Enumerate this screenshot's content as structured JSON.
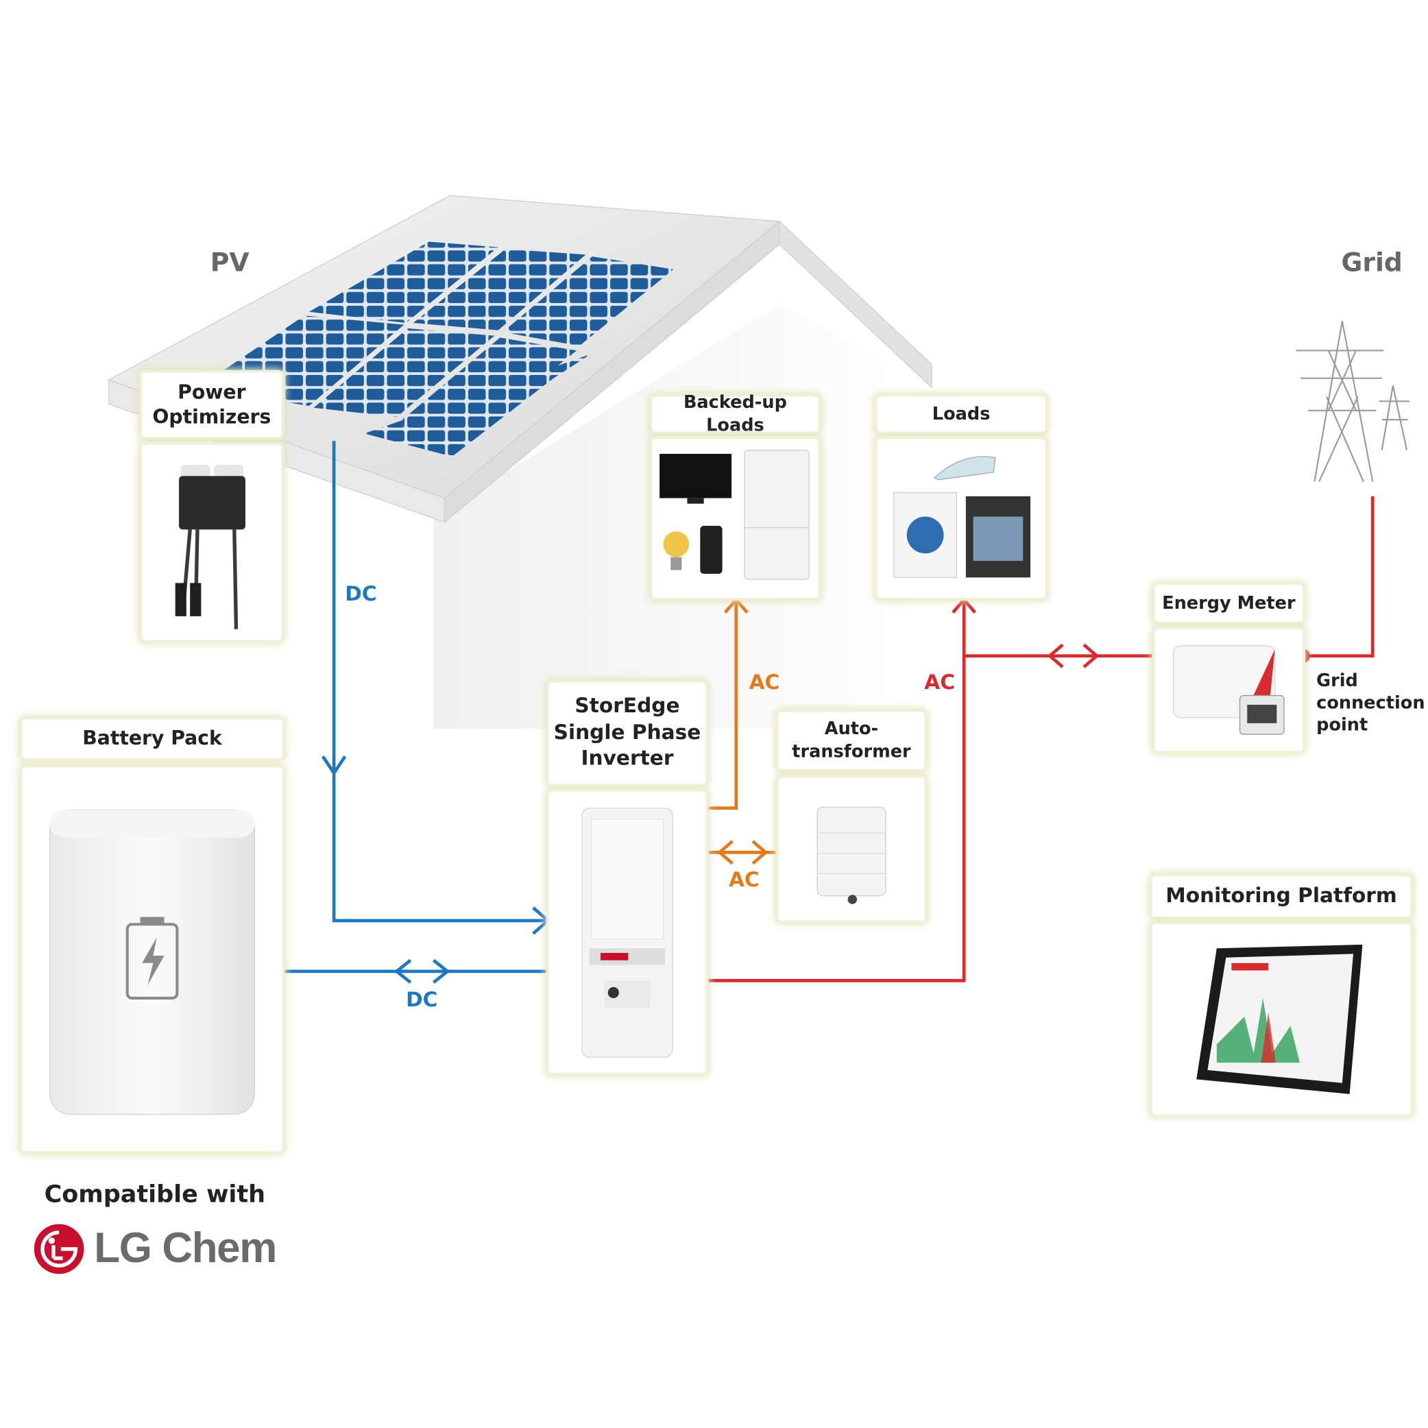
{
  "titles": {
    "pv": "PV",
    "grid": "Grid"
  },
  "components": {
    "power_optimizers": "Power\nOptimizers",
    "battery_pack": "Battery Pack",
    "inverter": "StorEdge\nSingle Phase\nInverter",
    "backed_up_loads": "Backed-up Loads",
    "loads": "Loads",
    "autotransformer": "Auto-\ntransformer",
    "energy_meter": "Energy Meter",
    "monitoring_platform": "Monitoring Platform"
  },
  "connections": {
    "dc_pv": "DC",
    "dc_battery": "DC",
    "ac_backed_up": "AC",
    "ac_loads": "AC",
    "ac_autotransformer": "AC"
  },
  "grid_connection_point": "Grid\nconnection\npoint",
  "compatibility": {
    "text": "Compatible with",
    "brand": "LG Chem"
  },
  "colors": {
    "dc": "#1f77bd",
    "ac_orange": "#e37a1e",
    "ac_red": "#d62c2c",
    "panel_blue": "#1f5c99",
    "lg_red": "#c8102e"
  }
}
